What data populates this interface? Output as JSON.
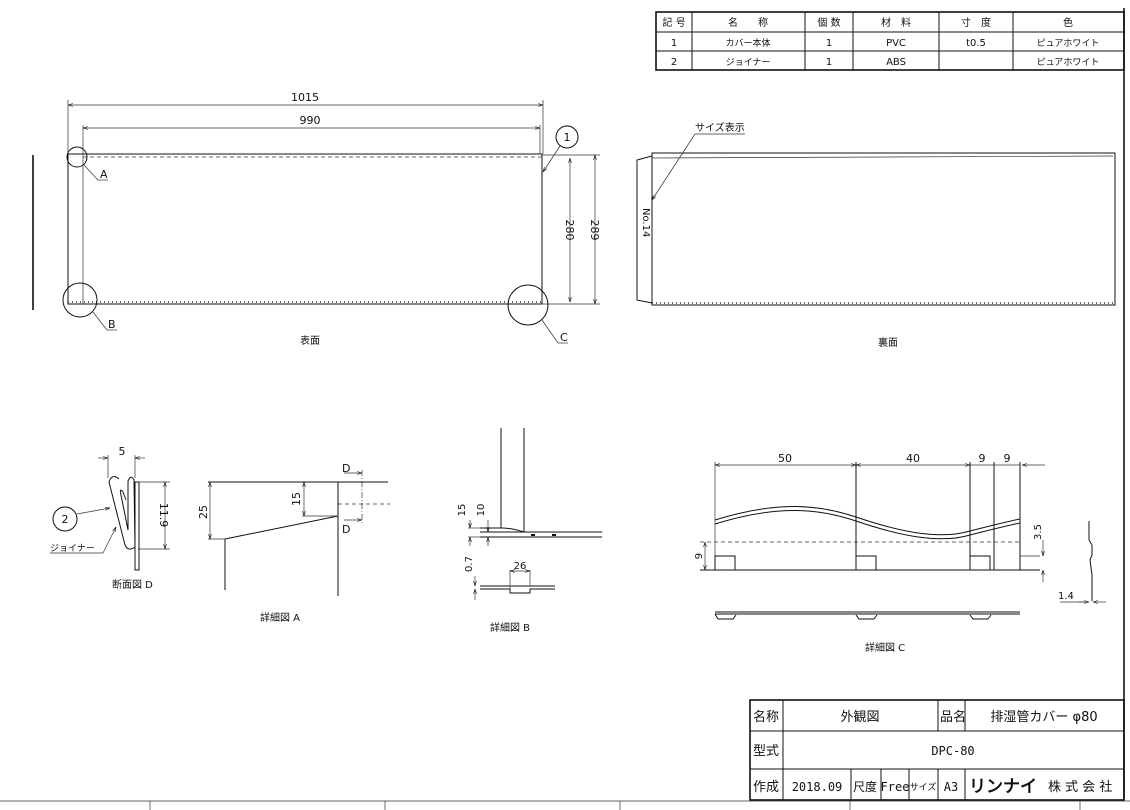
{
  "parts_table": {
    "headers": [
      "記 号",
      "名　　称",
      "個 数",
      "材　料",
      "寸　度",
      "色"
    ],
    "rows": [
      [
        "1",
        "カバー本体",
        "1",
        "PVC",
        "t0.5",
        "ピュアホワイト"
      ],
      [
        "2",
        "ジョイナー",
        "1",
        "ABS",
        "",
        "ピュアホワイト"
      ]
    ]
  },
  "front_view": {
    "dim_outer_width": "1015",
    "dim_inner_width": "990",
    "dim_inner_height": "280",
    "dim_outer_height": "289",
    "balloon": "1",
    "detail_a": "A",
    "detail_b": "B",
    "detail_c": "C",
    "caption": "表面"
  },
  "back_view": {
    "size_label": "サイズ表示",
    "size_mark": "No.14",
    "caption": "裏面"
  },
  "section_d": {
    "dim_width": "5",
    "dim_height": "11.9",
    "balloon": "2",
    "joiner_label": "ジョイナー",
    "caption": "断面図 D"
  },
  "detail_a": {
    "dim_25": "25",
    "dim_15": "15",
    "section_mark_top": "D",
    "section_mark_bottom": "D",
    "caption": "詳細図 A"
  },
  "detail_b": {
    "dim_15": "15",
    "dim_10": "10",
    "dim_07": "0.7",
    "dim_26": "26",
    "caption": "詳細図 B"
  },
  "detail_c": {
    "dim_50": "50",
    "dim_40": "40",
    "dim_9a": "9",
    "dim_9b": "9",
    "dim_9v": "9",
    "dim_35": "3.5",
    "dim_14": "1.4",
    "caption": "詳細図 C"
  },
  "title_block": {
    "name_label": "名称",
    "name_value": "外観図",
    "product_label": "品名",
    "product_value": "排湿管カバー φ80",
    "model_label": "型式",
    "model_value": "DPC-80",
    "created_label": "作成",
    "created_value": "2018.09",
    "scale_label": "尺度",
    "scale_value": "Free",
    "size_label": "サイズ",
    "size_value": "A3",
    "company_logo": "リンナイ",
    "company_suffix": "株 式 会 社"
  }
}
